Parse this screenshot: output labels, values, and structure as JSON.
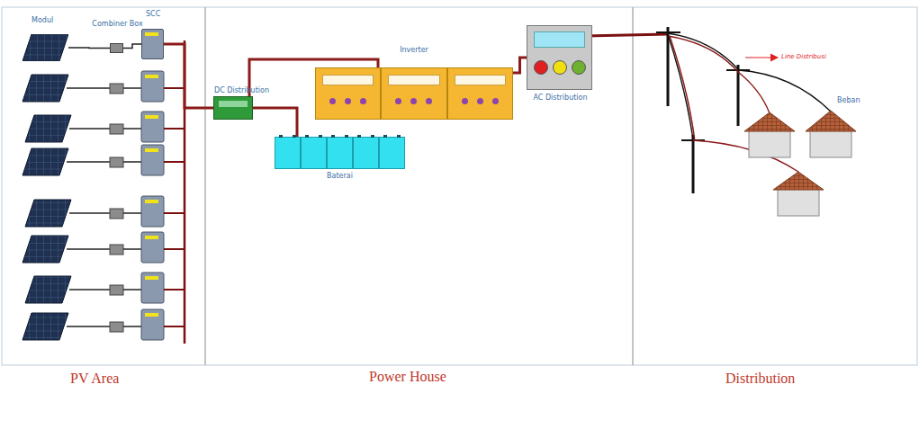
{
  "diagram": {
    "nodes": [
      {
        "text": [
          "Modul"
        ]
      },
      {
        "text": [
          "Combiner Box"
        ]
      },
      {
        "text": [
          "SCC"
        ]
      },
      {
        "text": [
          "DC Distribution"
        ]
      },
      {
        "text": [
          "Inverter"
        ]
      },
      {
        "text": [
          "Baterai"
        ]
      },
      {
        "text": [
          "AC Distribution"
        ]
      }
    ],
    "edges": [
      {
        "from": 0,
        "to": 1,
        "arrow": "none"
      },
      {
        "from": 1,
        "to": 2,
        "arrow": "none"
      },
      {
        "from": 2,
        "to": 3,
        "arrow": "none"
      },
      {
        "from": 3,
        "to": 4,
        "arrow": "none"
      },
      {
        "from": 3,
        "to": 5,
        "arrow": "none"
      },
      {
        "from": 4,
        "to": 6,
        "arrow": "none"
      }
    ],
    "labels": [
      "Line Distribusi",
      "Beban",
      "PV Area",
      "Power House",
      "Distribution"
    ]
  }
}
